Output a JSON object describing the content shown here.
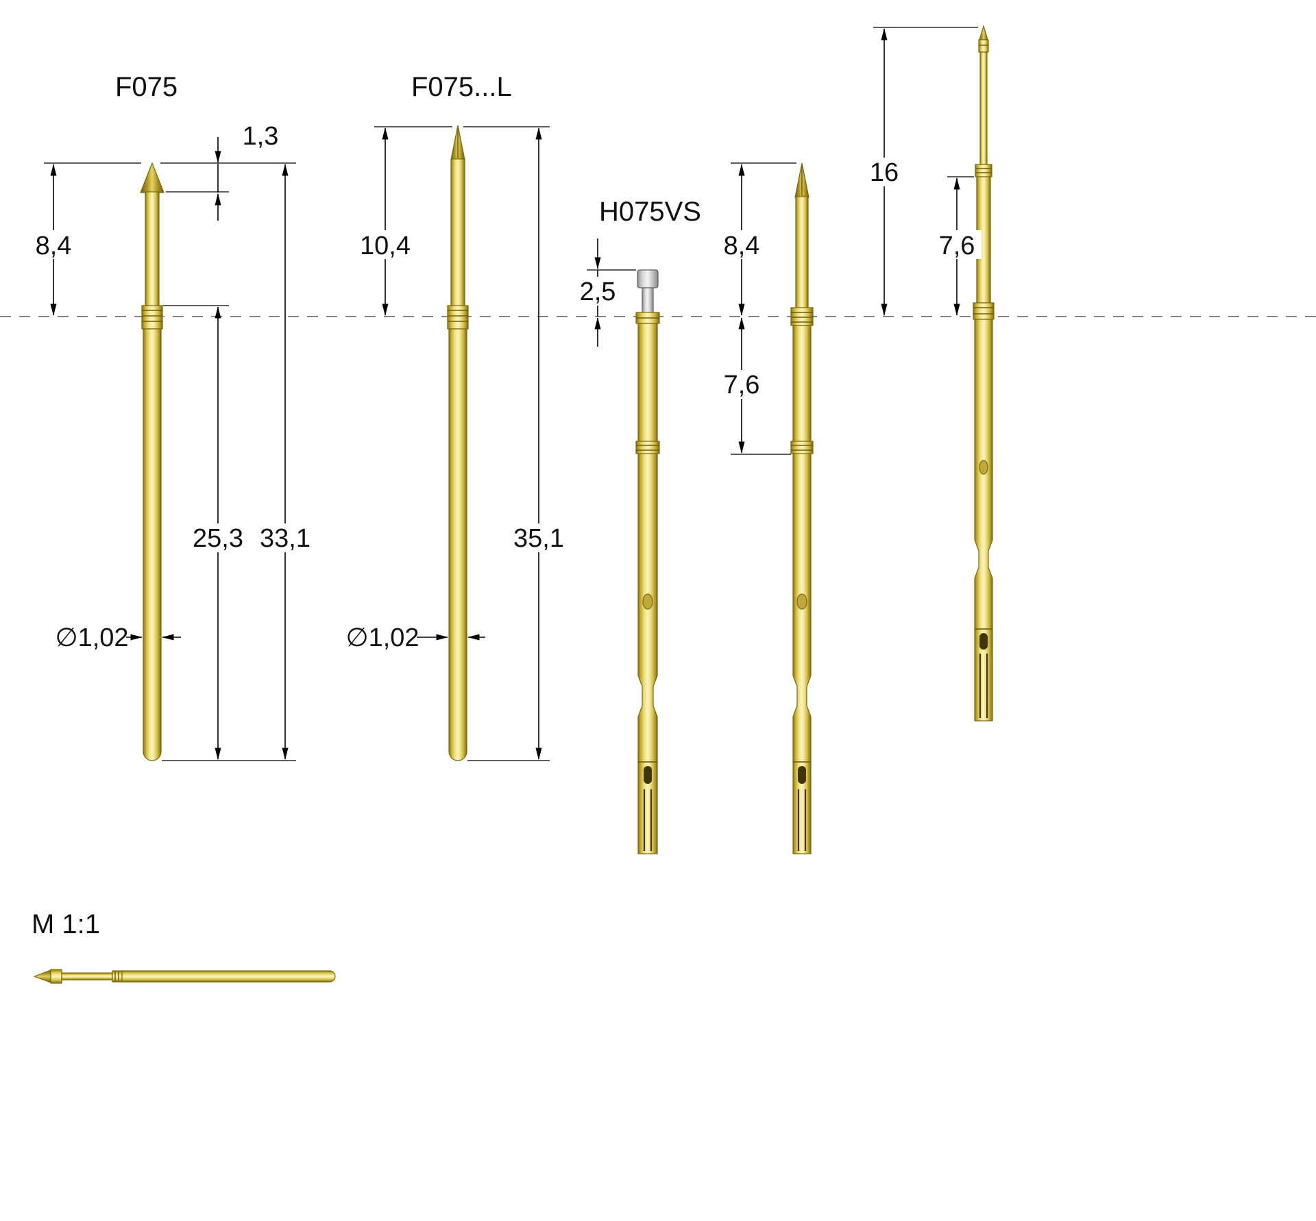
{
  "labels": {
    "probe1": "F075",
    "probe2": "F075...L",
    "probe3": "H075VS",
    "scale": "M 1:1"
  },
  "dims": {
    "p1_tip": "1,3",
    "p1_above": "8,4",
    "p1_barrel": "25,3",
    "p1_total": "33,1",
    "p1_dia": "∅1,02",
    "p2_above": "10,4",
    "p2_total": "35,1",
    "p2_dia": "∅1,02",
    "p3_head": "2,5",
    "p4_above": "8,4",
    "p4_sleeve": "7,6",
    "p5_total": "16",
    "p5_upper": "7,6"
  },
  "colors": {
    "gold": "#dcc84e",
    "gold_dark": "#8a7410",
    "silver": "#d9d9d9",
    "centerline": "#858585",
    "dimension": "#000000"
  }
}
